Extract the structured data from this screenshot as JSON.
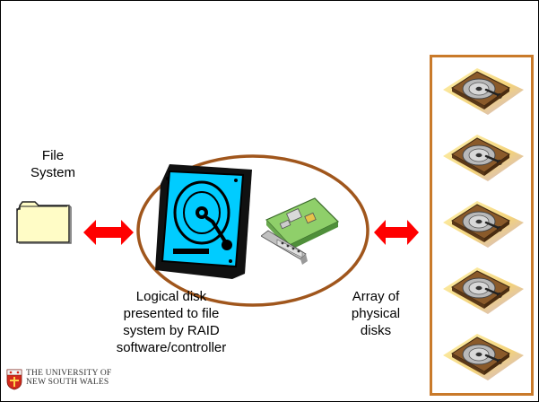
{
  "labels": {
    "file_system": [
      "File",
      "System"
    ],
    "logical_disk": [
      "Logical disk",
      "presented to file",
      "system by RAID",
      "software/controller"
    ],
    "array": [
      "Array of",
      "physical",
      "disks"
    ]
  },
  "logo": {
    "line1": "THE UNIVERSITY OF",
    "line2": "NEW SOUTH WALES"
  },
  "colors": {
    "arrow": "#ff0000",
    "ellipse_border": "#a0561c",
    "array_border": "#c97a2a",
    "folder_fill": "#fffcc6",
    "disk_body": "#00ccff"
  },
  "icons": {
    "folder": "folder-icon",
    "logical_disk": "hard-disk-icon",
    "controller": "raid-controller-card-icon",
    "physical_disk": "physical-disk-icon"
  },
  "physical_disk_count": 5
}
